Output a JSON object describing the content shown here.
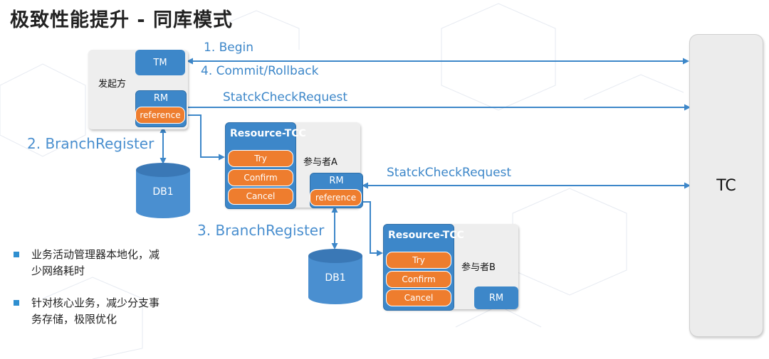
{
  "title": "极致性能提升 - 同库模式",
  "colors": {
    "blue": "#3d87c9",
    "orange": "#ee7d2e",
    "flow": "#4a8fcf",
    "panel": "#eeeeee"
  },
  "initiator": {
    "label": "发起方",
    "tm": "TM",
    "rm": "RM",
    "reference": "reference"
  },
  "tc": {
    "label": "TC"
  },
  "flows": {
    "begin": "1. Begin",
    "commit": "4. Commit/Rollback",
    "stack1": "StatckCheckRequest",
    "stack2": "StatckCheckRequest",
    "branch1": "2. BranchRegister",
    "branch2": "3. BranchRegister"
  },
  "participant_a": {
    "label": "参与者A",
    "resource": "Resource-TCC",
    "try": "Try",
    "confirm": "Confirm",
    "cancel": "Cancel",
    "rm": "RM",
    "reference": "reference"
  },
  "participant_b": {
    "label": "参与者B",
    "resource": "Resource-TCC",
    "try": "Try",
    "confirm": "Confirm",
    "cancel": "Cancel",
    "rm": "RM"
  },
  "db1": {
    "label": "DB1"
  },
  "db2": {
    "label": "DB1"
  },
  "bullets": [
    {
      "line1": "业务活动管理器本地化，减",
      "line2": "少网络耗时"
    },
    {
      "line1": "针对核心业务，减少分支事",
      "line2": "务存储，极限优化"
    }
  ]
}
